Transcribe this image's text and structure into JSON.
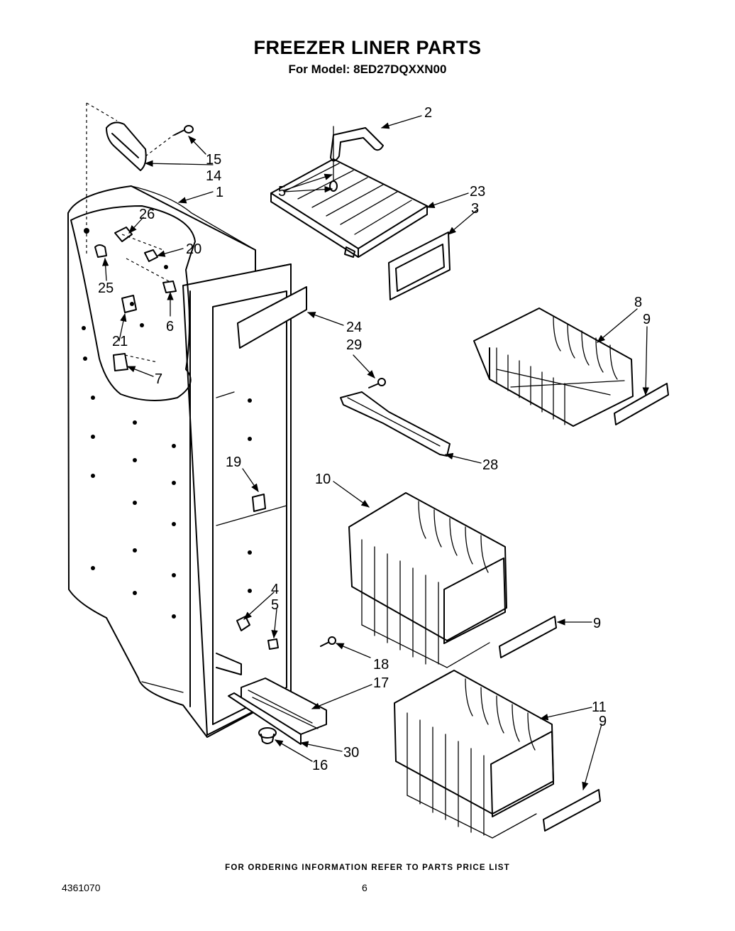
{
  "header": {
    "title": "FREEZER LINER PARTS",
    "model": "For Model: 8ED27DQXXN00"
  },
  "footer": {
    "ordering_note": "FOR ORDERING INFORMATION REFER TO PARTS PRICE LIST",
    "document_number": "4361070",
    "page_number": "6"
  },
  "callouts": {
    "c1": "1",
    "c2": "2",
    "c3": "3",
    "c4": "4",
    "c5a": "5",
    "c5b": "5",
    "c6": "6",
    "c7": "7",
    "c8": "8",
    "c9a": "9",
    "c9b": "9",
    "c9c": "9",
    "c10": "10",
    "c11": "11",
    "c14": "14",
    "c15": "15",
    "c16": "16",
    "c17": "17",
    "c18": "18",
    "c19": "19",
    "c20": "20",
    "c21": "21",
    "c23": "23",
    "c24": "24",
    "c25": "25",
    "c26": "26",
    "c28": "28",
    "c29": "29",
    "c30": "30"
  }
}
